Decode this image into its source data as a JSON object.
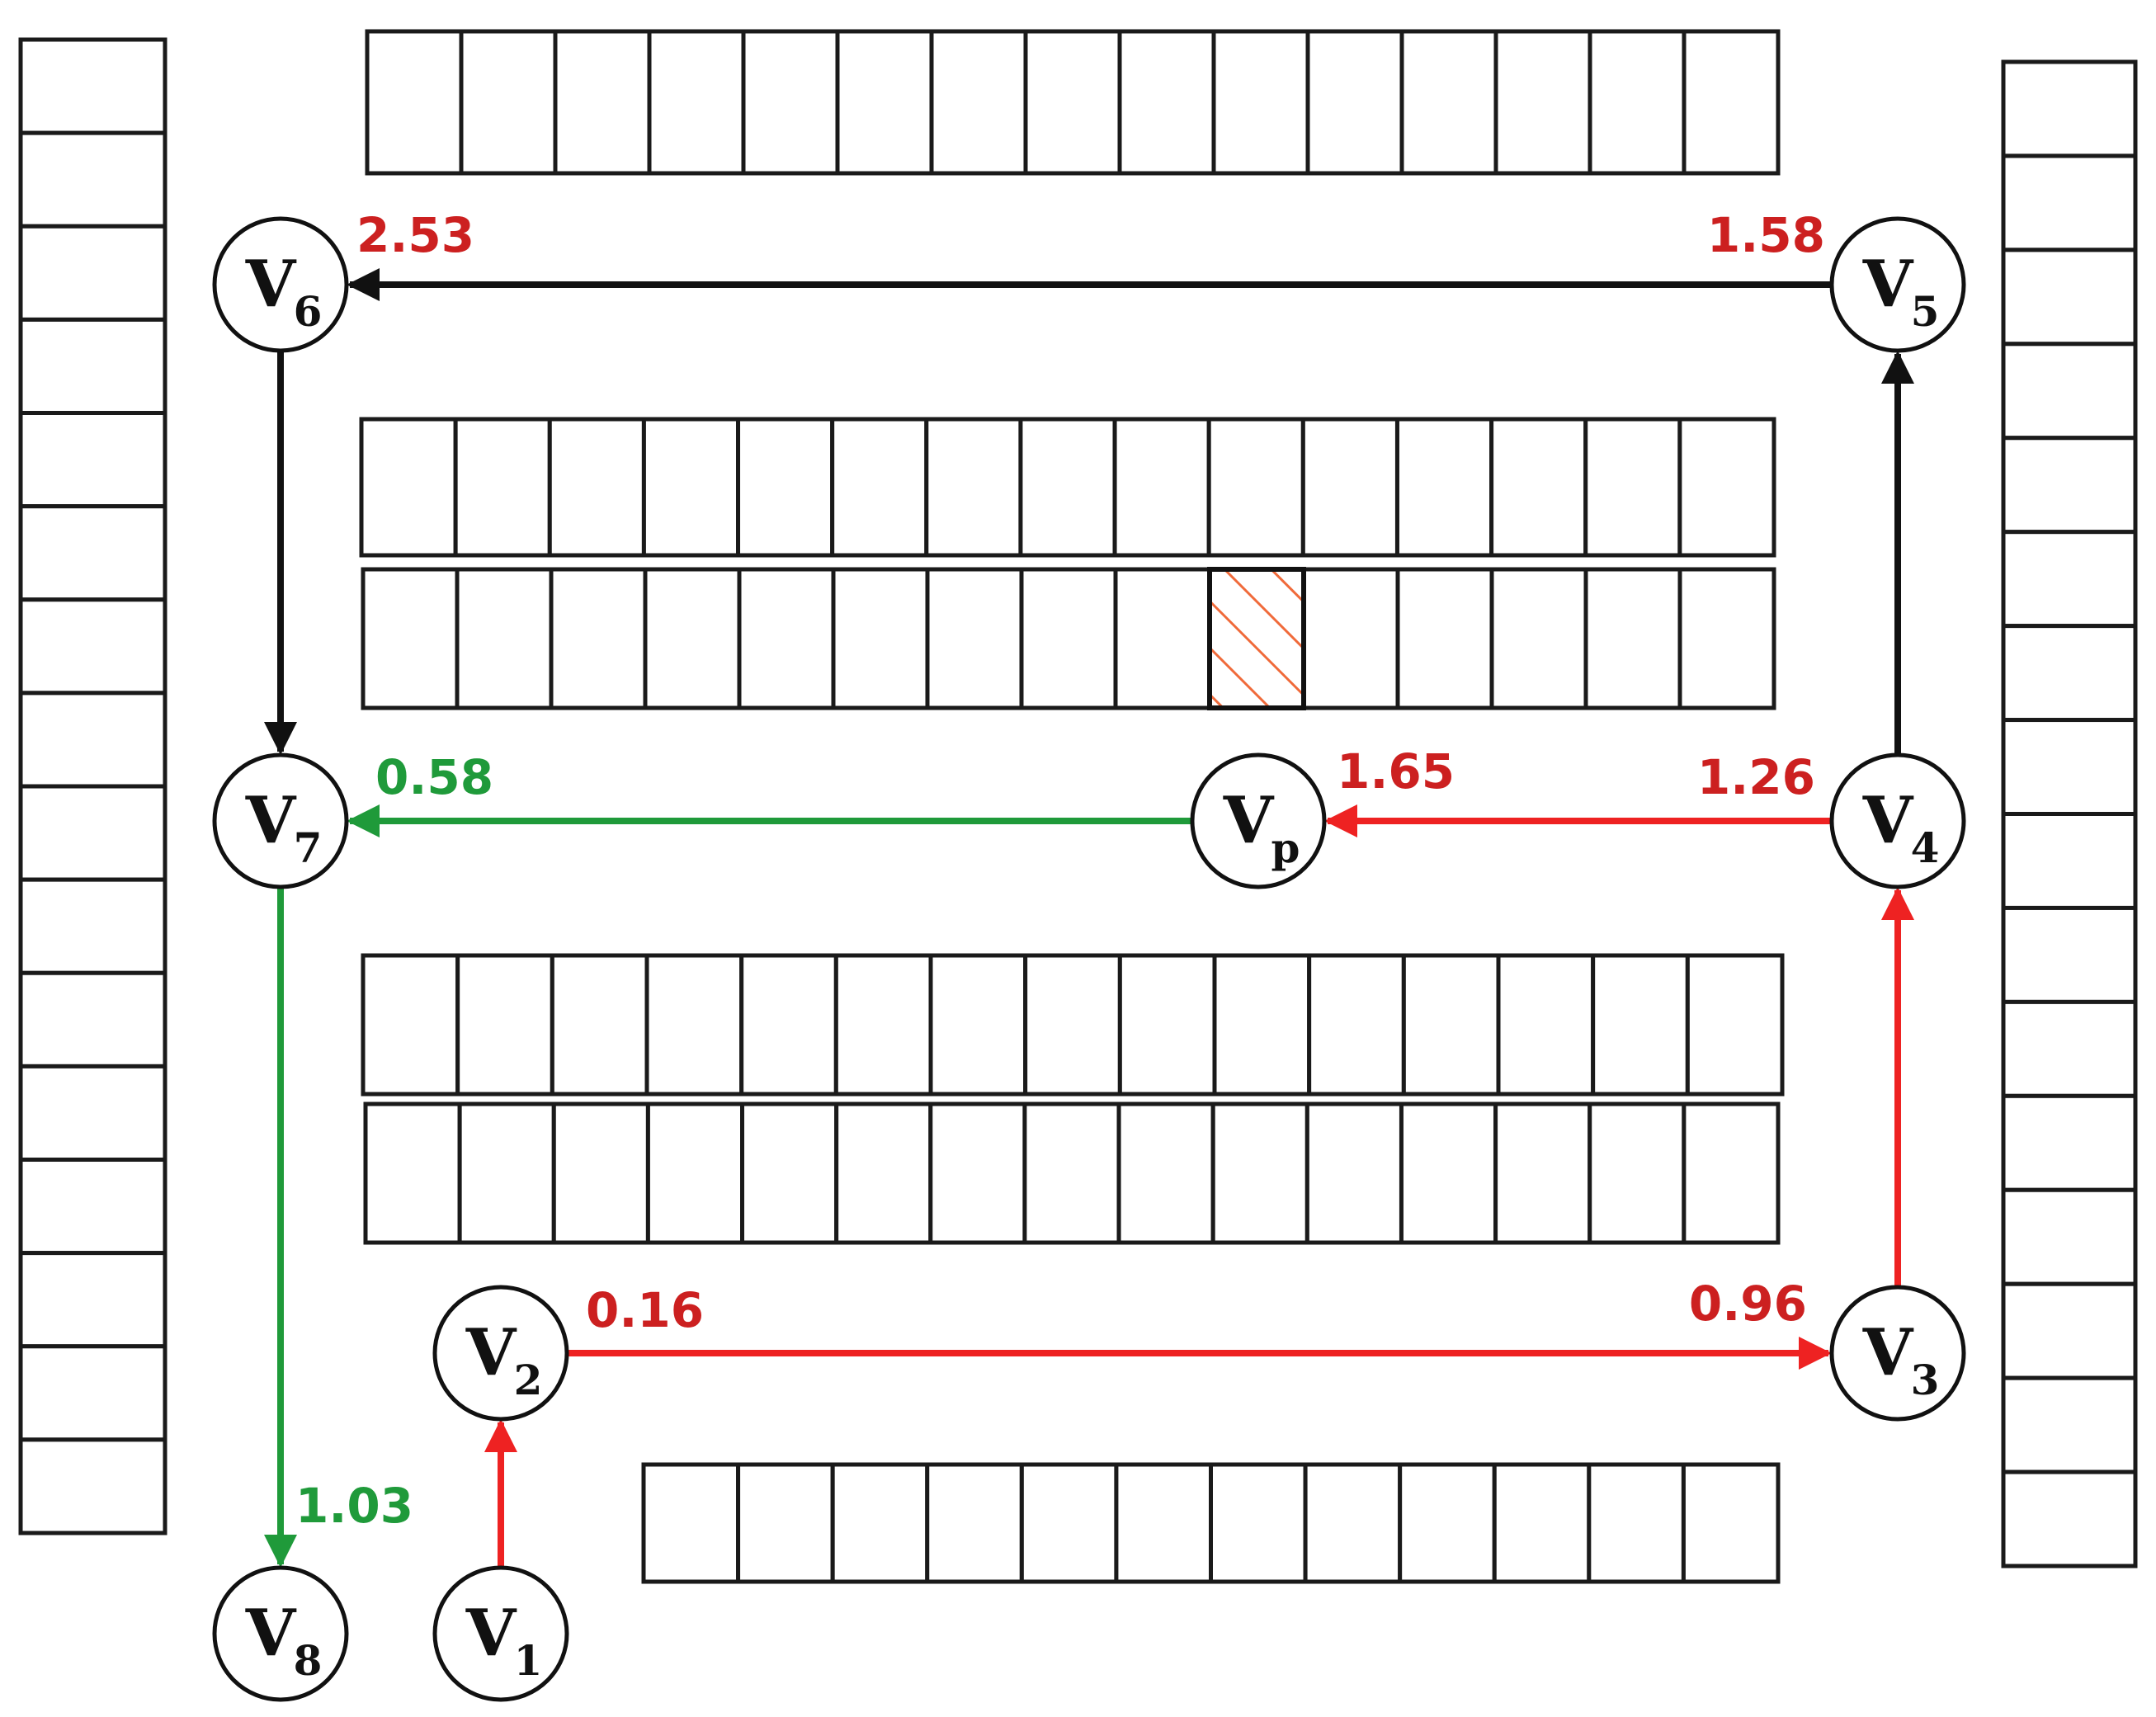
{
  "colors": {
    "black": "#111111",
    "red": "#ee2222",
    "red_text": "#cc2020",
    "green": "#1f9a3a",
    "hatch": "#f06a3a"
  },
  "nodes": [
    {
      "id": "v1",
      "main": "V",
      "sub": "1"
    },
    {
      "id": "v2",
      "main": "V",
      "sub": "2"
    },
    {
      "id": "v3",
      "main": "V",
      "sub": "3"
    },
    {
      "id": "v4",
      "main": "V",
      "sub": "4"
    },
    {
      "id": "v5",
      "main": "V",
      "sub": "5"
    },
    {
      "id": "v6",
      "main": "V",
      "sub": "6"
    },
    {
      "id": "v7",
      "main": "V",
      "sub": "7"
    },
    {
      "id": "v8",
      "main": "V",
      "sub": "8"
    },
    {
      "id": "vp",
      "main": "V",
      "sub": "p"
    }
  ],
  "edges": [
    {
      "from": "v1",
      "to": "v2",
      "color": "red"
    },
    {
      "from": "v2",
      "to": "v3",
      "color": "red"
    },
    {
      "from": "v3",
      "to": "v4",
      "color": "red"
    },
    {
      "from": "v4",
      "to": "vp",
      "color": "red"
    },
    {
      "from": "vp",
      "to": "v7",
      "color": "green"
    },
    {
      "from": "v7",
      "to": "v8",
      "color": "green"
    },
    {
      "from": "v4",
      "to": "v5",
      "color": "black"
    },
    {
      "from": "v5",
      "to": "v6",
      "color": "black"
    },
    {
      "from": "v6",
      "to": "v7",
      "color": "black"
    }
  ],
  "edge_labels": [
    {
      "text": "2.53",
      "color": "red"
    },
    {
      "text": "1.58",
      "color": "red"
    },
    {
      "text": "1.65",
      "color": "red"
    },
    {
      "text": "1.26",
      "color": "red"
    },
    {
      "text": "0.58",
      "color": "green"
    },
    {
      "text": "0.16",
      "color": "red"
    },
    {
      "text": "0.96",
      "color": "red"
    },
    {
      "text": "1.03",
      "color": "green"
    }
  ],
  "target_slot": {
    "marked": true
  }
}
